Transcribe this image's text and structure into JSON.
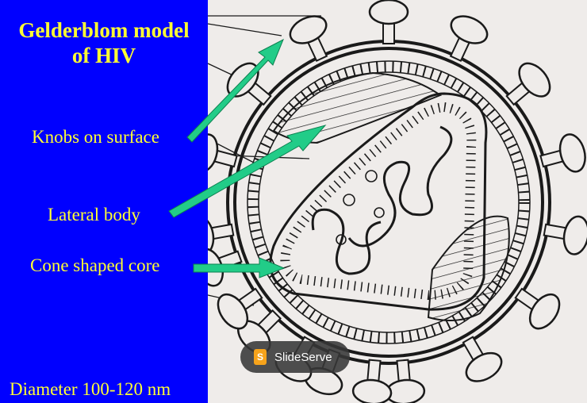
{
  "title": {
    "line1": "Gelderblom model",
    "line2": "of HIV"
  },
  "labels": {
    "knobs": "Knobs on surface",
    "lateral": "Lateral body",
    "core": "Cone shaped core",
    "diameter": "Diameter 100-120 nm"
  },
  "badge": {
    "icon_text": "S",
    "text": "SlideServe"
  },
  "colors": {
    "panel": "#0000ff",
    "text": "#ffff33",
    "arrow": "#22cc88",
    "ink": "#1a1a1a"
  }
}
